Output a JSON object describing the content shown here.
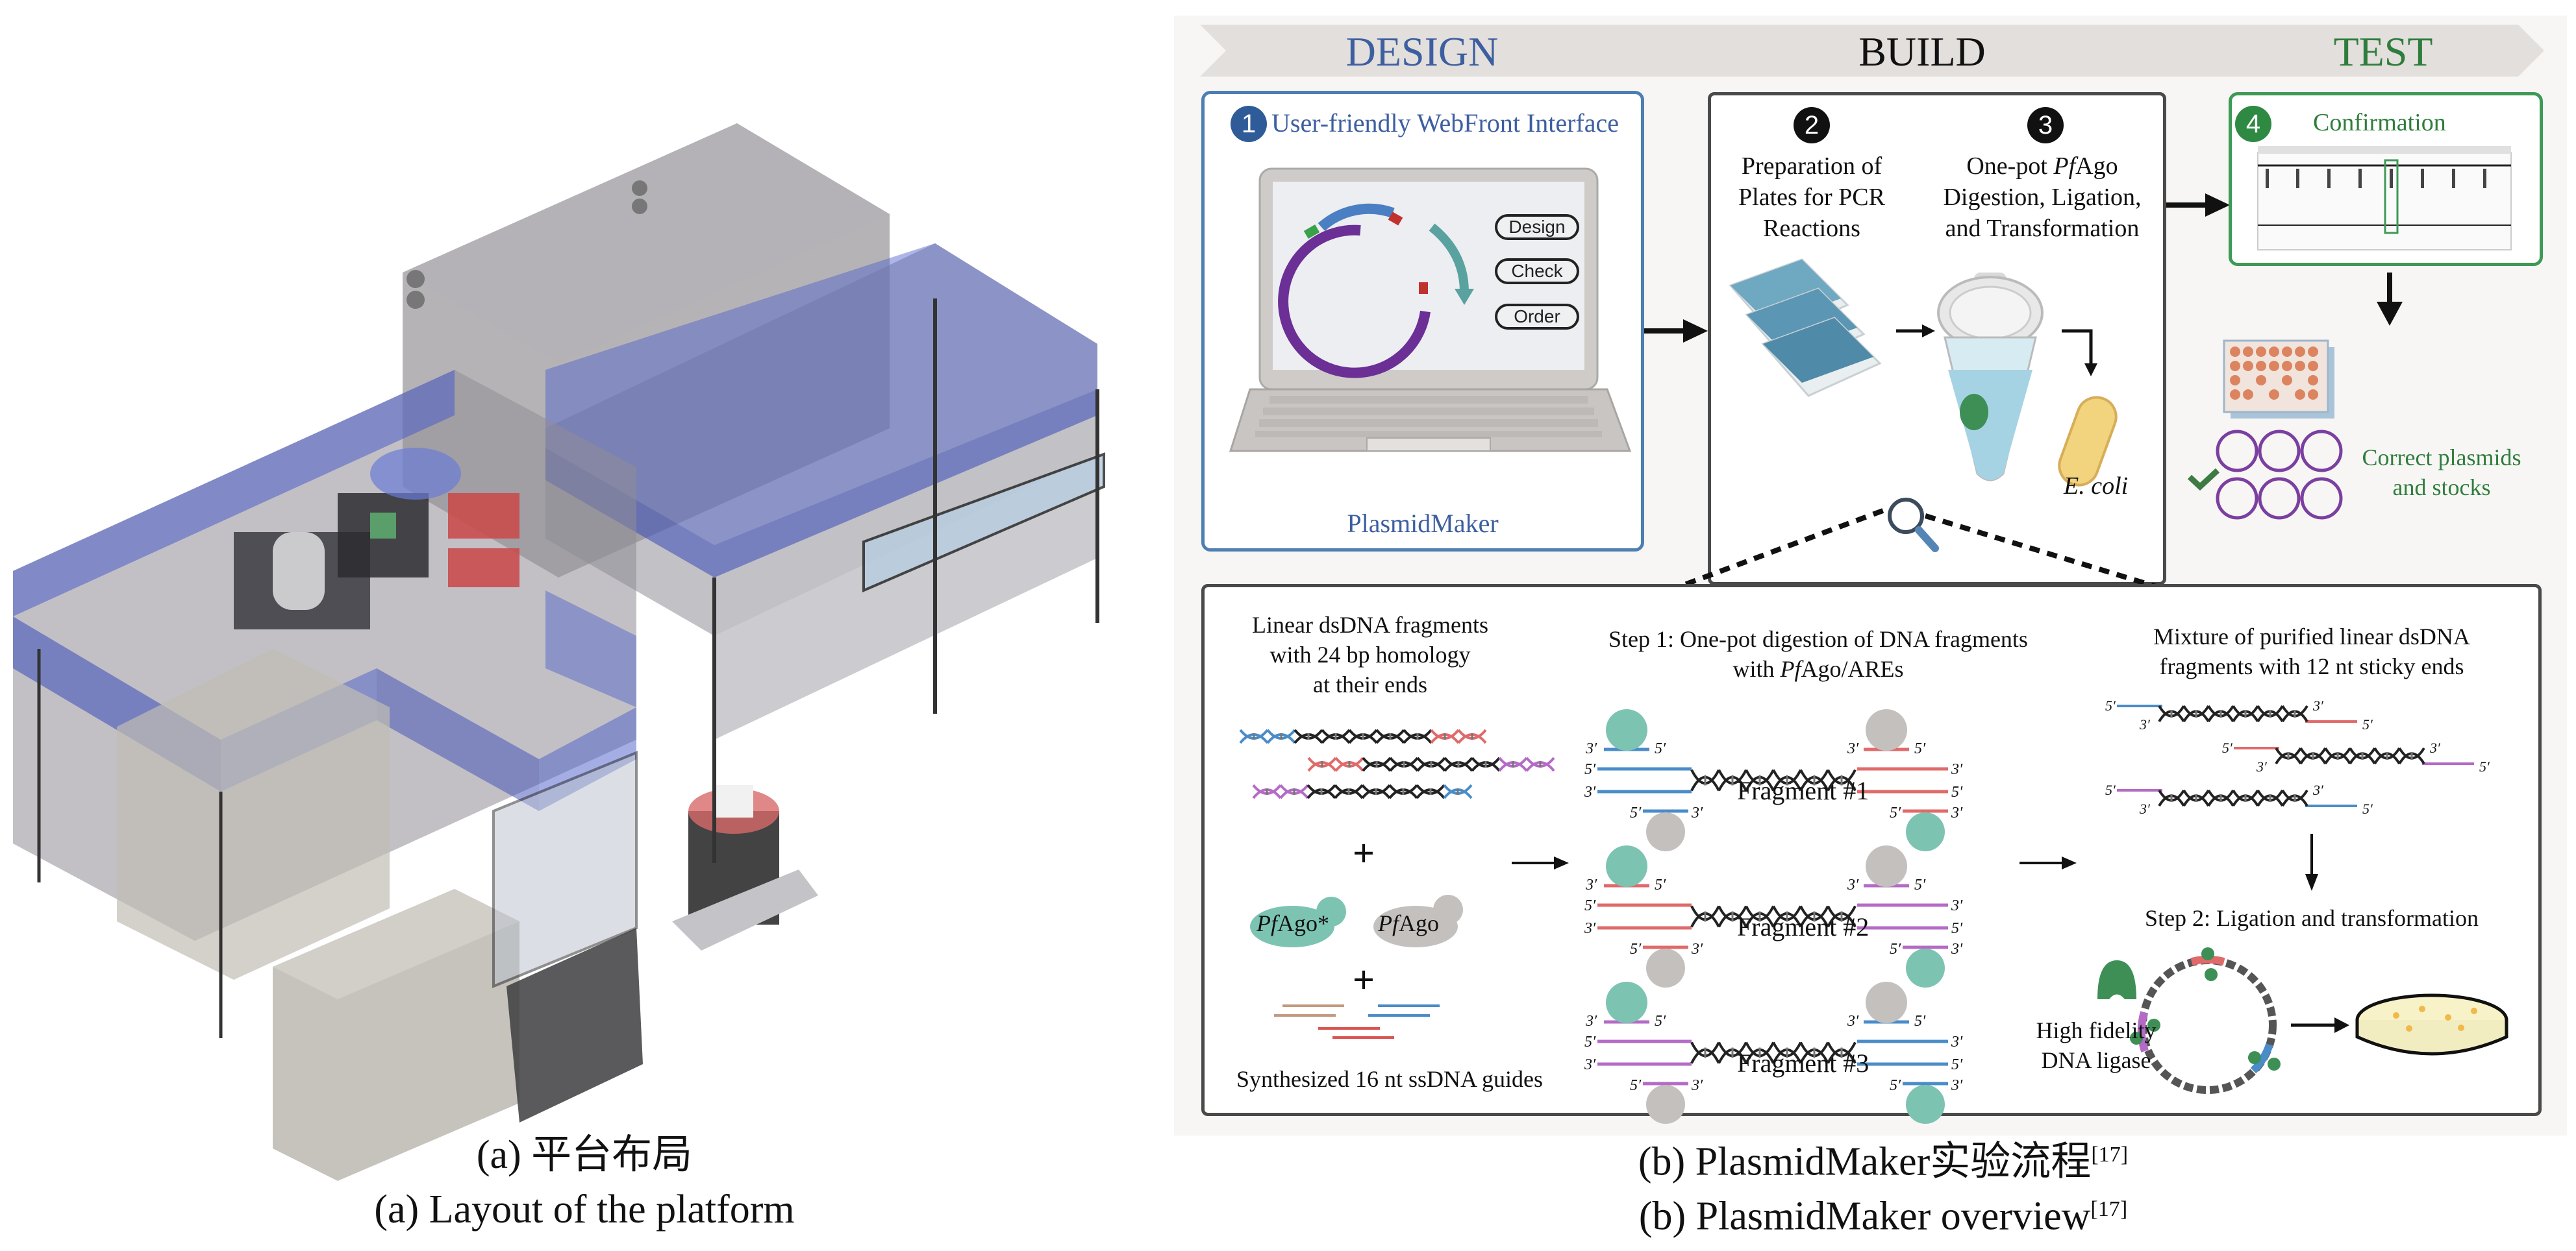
{
  "figure_a": {
    "caption_zh": "(a) 平台布局",
    "caption_en": "(a) Layout of the platform",
    "image_subject": "3D rendering of automated laboratory platform"
  },
  "figure_b": {
    "caption_zh": "(b) PlasmidMaker实验流程",
    "caption_en": "(b) PlasmidMaker overview",
    "citation": "[17]",
    "phases": {
      "design": "DESIGN",
      "build": "BUILD",
      "test": "TEST"
    },
    "colors": {
      "design": "#3d5fa0",
      "build": "#111111",
      "test": "#2e7d3c",
      "band": "#e3dfdd",
      "pfago_star": "#7cc4b1",
      "pfago": "#c4c0be",
      "ligase": "#3e8f56"
    },
    "step1": {
      "number": "1",
      "title": "User-friendly WebFront Interface",
      "buttons": [
        "Design",
        "Check",
        "Order"
      ],
      "footer": "PlasmidMaker"
    },
    "step2": {
      "number": "2",
      "title_lines": [
        "Preparation of",
        "Plates for PCR",
        "Reactions"
      ]
    },
    "step3": {
      "number": "3",
      "title_line1_pre": "One-pot ",
      "title_line1_italic": "Pf",
      "title_line1_post": "Ago",
      "title_line2": "Digestion, Ligation,",
      "title_line3": "and Transformation",
      "organism": "E. coli"
    },
    "step4": {
      "number": "4",
      "title": "Confirmation",
      "result_lines": [
        "Correct plasmids",
        "and stocks"
      ]
    },
    "detail": {
      "inputs_title_lines": [
        "Linear dsDNA fragments",
        "with 24 bp homology",
        "at their ends"
      ],
      "plus": "+",
      "pfago_star_italic": "Pf",
      "pfago_star_rest": "Ago*",
      "pfago_italic": "Pf",
      "pfago_rest": "Ago",
      "guides_label": "Synthesized 16 nt ssDNA guides",
      "step1_title_line1": "Step 1: One-pot digestion of DNA fragments",
      "step1_title_line2_pre": "with ",
      "step1_title_line2_italic": "Pf",
      "step1_title_line2_post": "Ago/AREs",
      "fragments": [
        {
          "label": "Fragment #1",
          "left_color": "#4a8cc8",
          "right_color": "#e06a6a"
        },
        {
          "label": "Fragment #2",
          "left_color": "#e06a6a",
          "right_color": "#b46bc6"
        },
        {
          "label": "Fragment #3",
          "left_color": "#b46bc6",
          "right_color": "#4a8cc8"
        }
      ],
      "end_labels": {
        "five": "5′",
        "three": "3′"
      },
      "mixture_title_lines": [
        "Mixture of purified linear dsDNA",
        "fragments with 12 nt sticky ends"
      ],
      "step2_title": "Step 2: Ligation and transformation",
      "ligase_lines": [
        "High fidelity",
        "DNA ligase"
      ]
    }
  }
}
